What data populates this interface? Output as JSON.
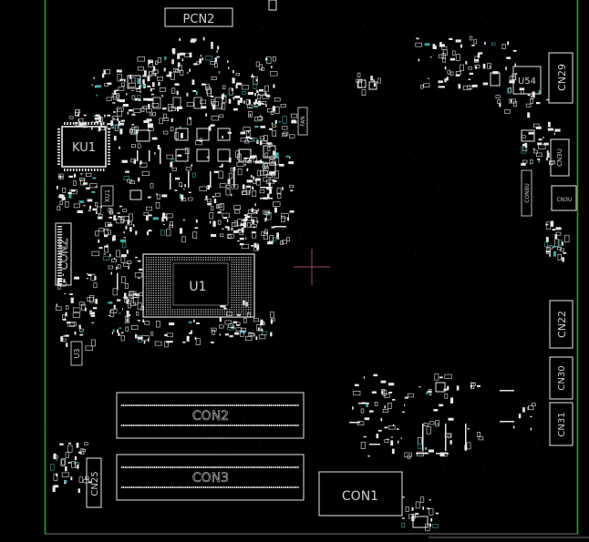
{
  "colors": {
    "background": "#000000",
    "silkscreen": "#e6e6e6",
    "edge": "#2f9e3a",
    "crosshair": "#a0446a",
    "pad_teal": "#3fa8a0"
  },
  "labels": {
    "pcn2": "PCN2",
    "ku1": "KU1",
    "xu1": "XU1",
    "conz": "CONZ",
    "u3": "U3",
    "u1": "U1",
    "con2": "CON2",
    "con3": "CON3",
    "cn25": "CN25",
    "con1": "CON1",
    "u54": "U54",
    "cn29": "CN29",
    "cn3u_small": "CN3U",
    "con8u": "CON8U",
    "cn3u_side": "CN3U",
    "cn22": "CN22",
    "cn30": "CN30",
    "cn31": "CN31",
    "fan": "FAN"
  }
}
